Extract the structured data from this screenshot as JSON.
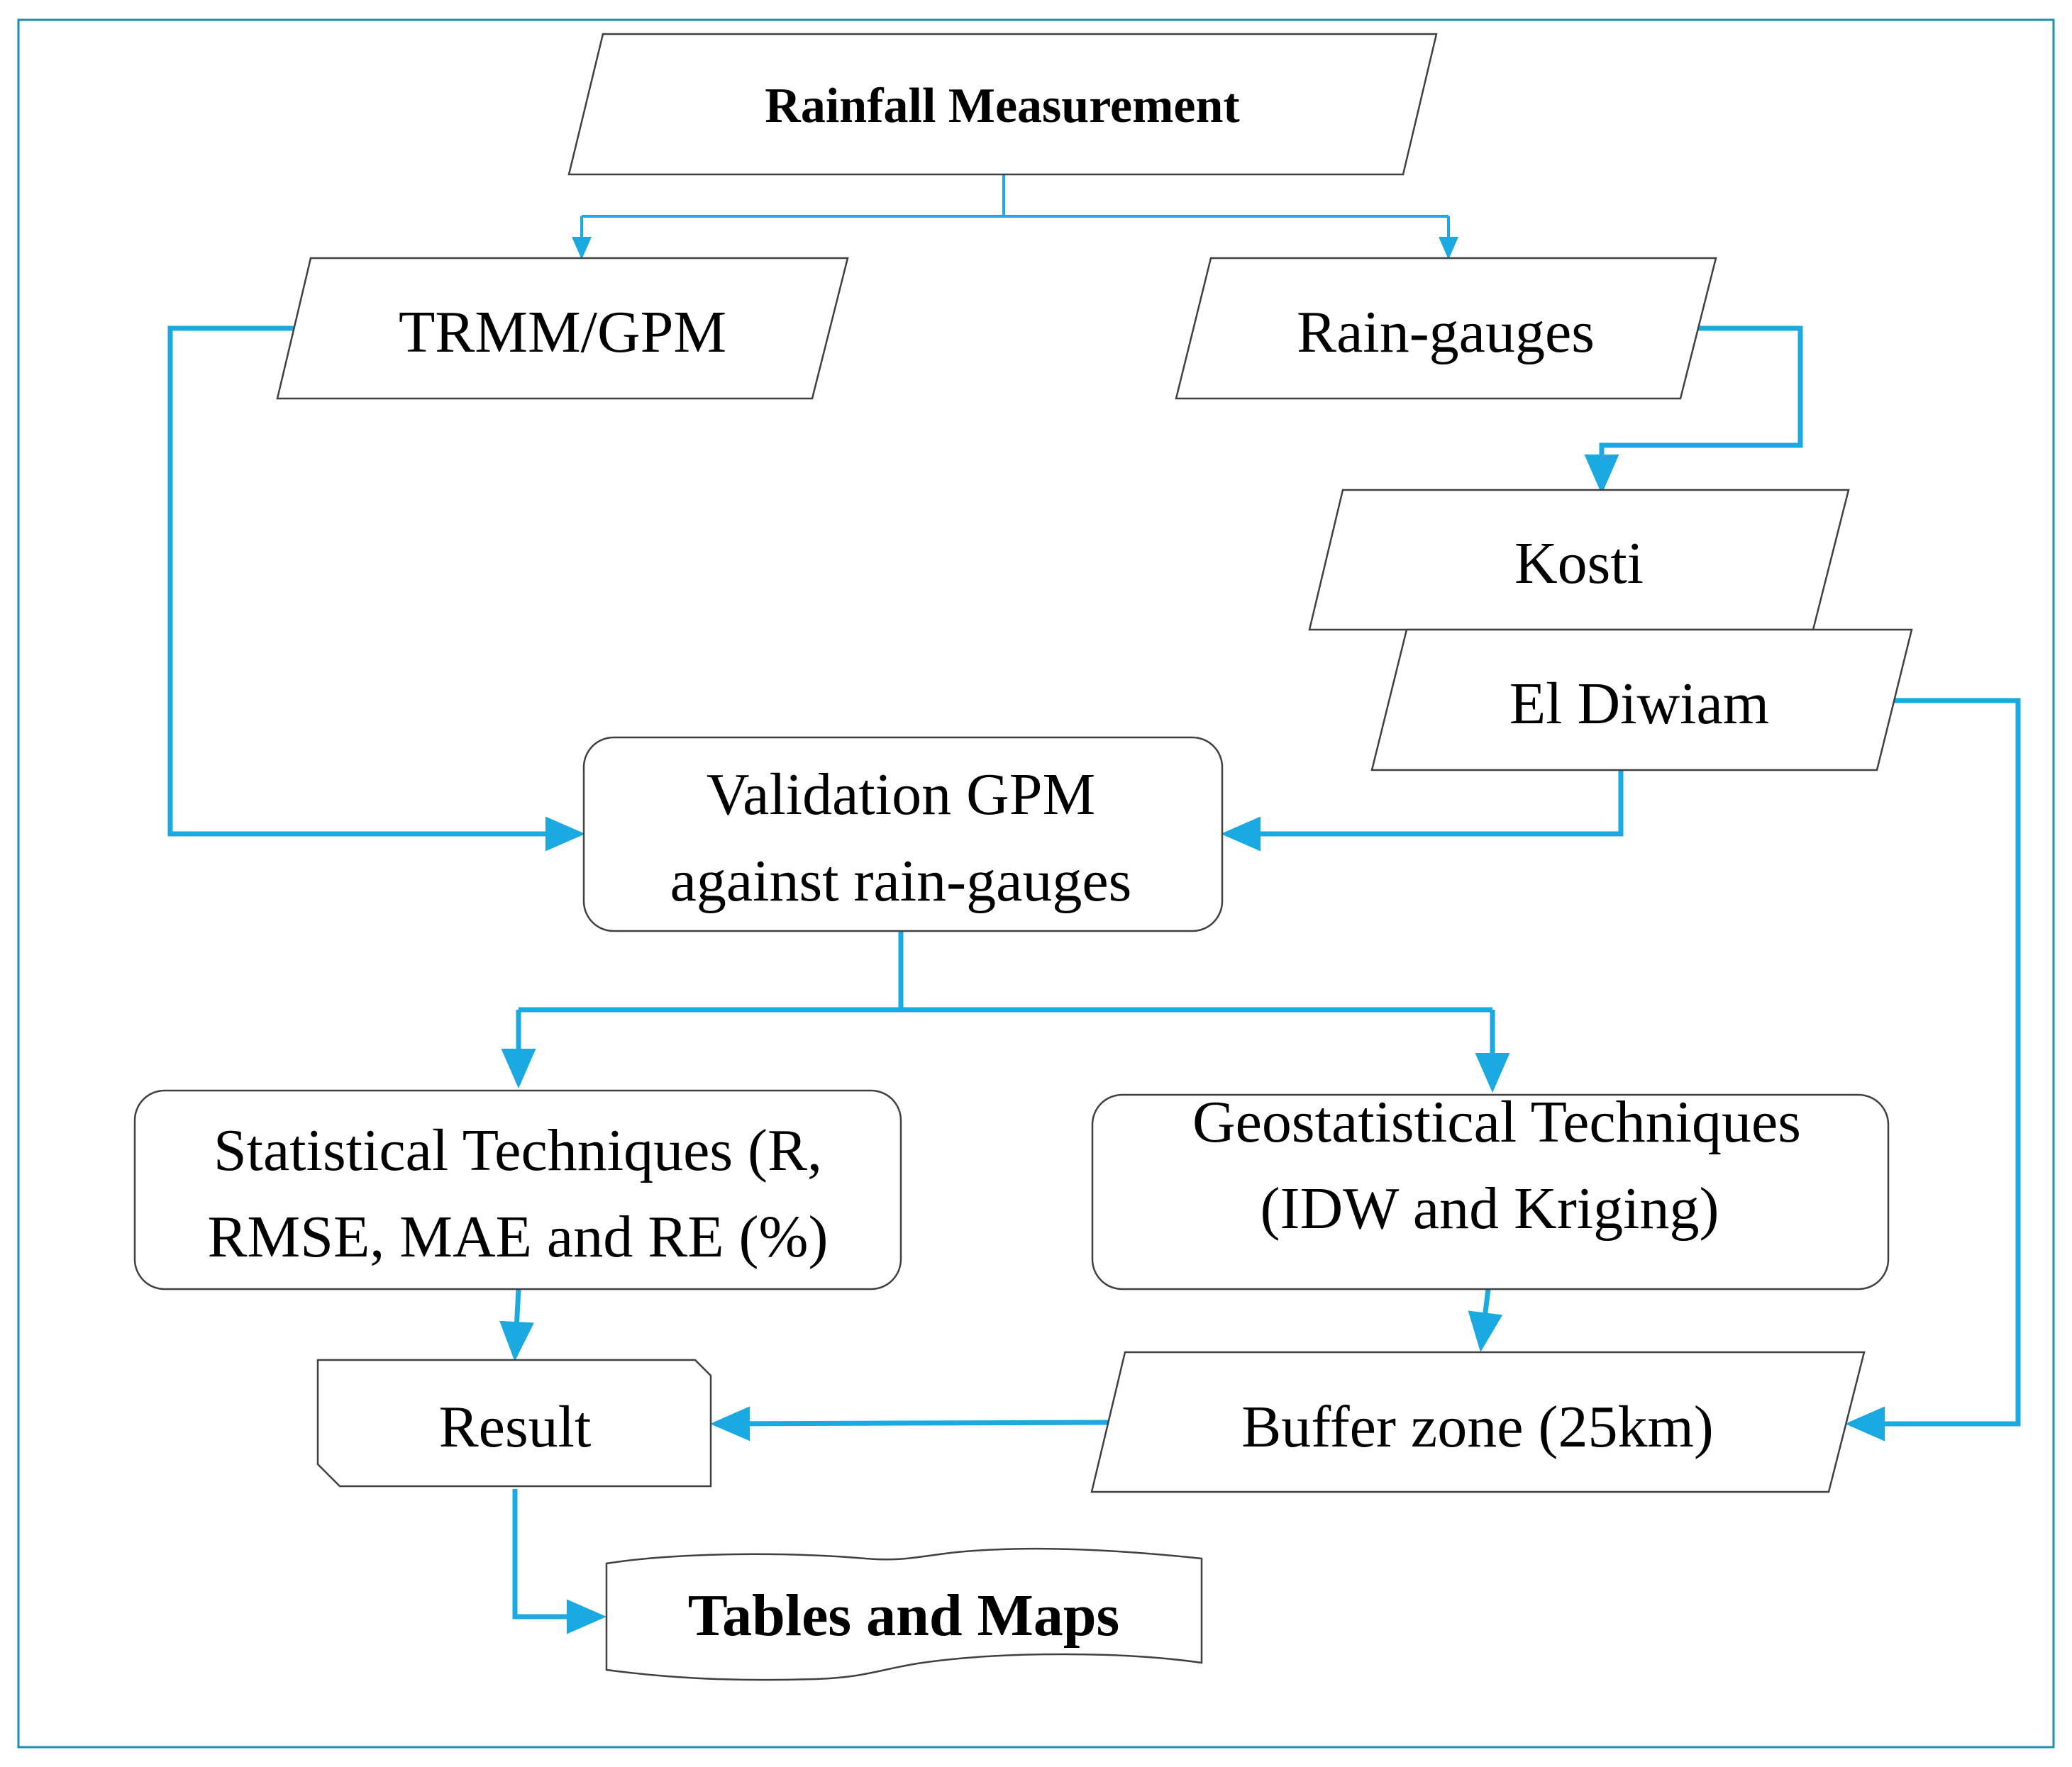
{
  "colors": {
    "connector": "#1BA9E1",
    "frame": "#1E8FB0",
    "shape_stroke": "#404040",
    "text": "#000000",
    "background": "#ffffff"
  },
  "nodes": {
    "rainfall_measurement": "Rainfall Measurement",
    "trmm_gpm": "TRMM/GPM",
    "rain_gauges": "Rain-gauges",
    "kosti": "Kosti",
    "el_diwiam": "El Diwiam",
    "validation": [
      "Validation GPM",
      "against rain-gauges"
    ],
    "statistical": [
      "Statistical Techniques (R,",
      "RMSE, MAE and RE (%)"
    ],
    "geostatistical": [
      "Geostatistical Techniques",
      "(IDW and Kriging)"
    ],
    "result": "Result",
    "buffer_zone": "Buffer zone (25km)",
    "tables_maps": "Tables and Maps"
  }
}
